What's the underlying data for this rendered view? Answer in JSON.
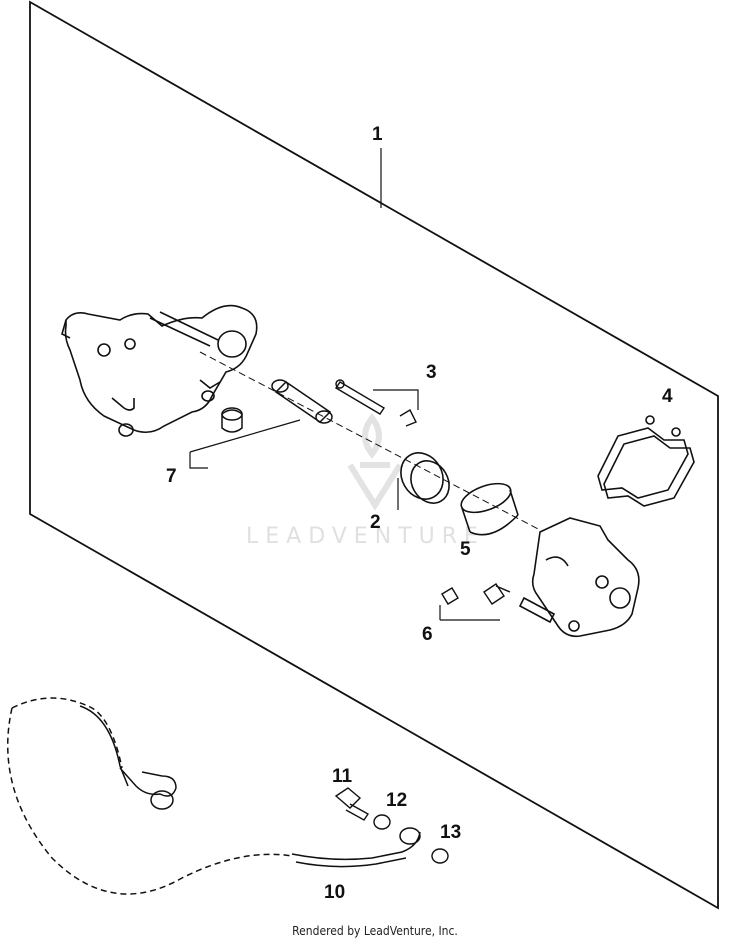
{
  "diagram": {
    "callouts": [
      "1",
      "2",
      "3",
      "4",
      "5",
      "6",
      "7",
      "10",
      "11",
      "12",
      "13"
    ],
    "watermark": "LEADVENTURE",
    "footer": "Rendered by LeadVenture, Inc."
  },
  "colors": {
    "line": "#111111",
    "watermark": "#e0e0e0"
  }
}
